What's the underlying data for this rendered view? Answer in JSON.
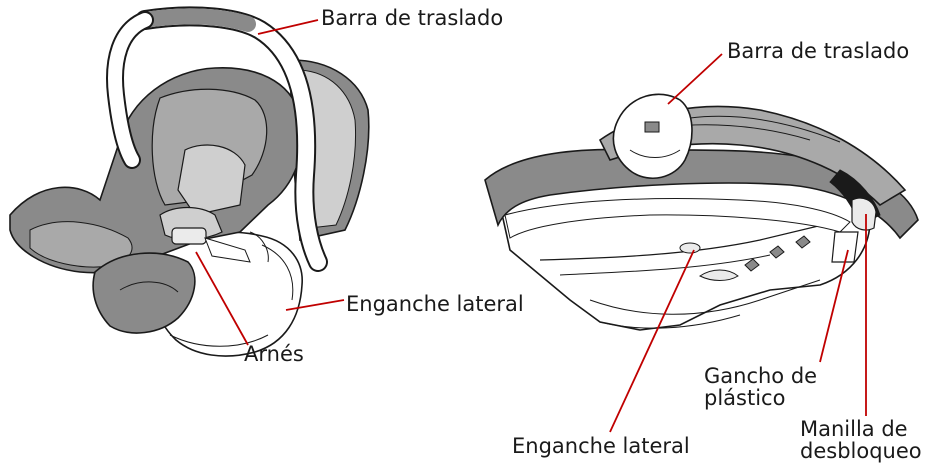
{
  "colors": {
    "leader": "#c00000",
    "outline": "#1a1a1a",
    "fabric_dark": "#8a8a8a",
    "fabric_mid": "#a9a9a9",
    "fabric_light": "#cfcfcf",
    "shell": "#ffffff",
    "shade": "#ebebeb",
    "black": "#1a1a1a"
  },
  "labels": {
    "left_handle": "Barra de traslado",
    "left_side_latch": "Enganche lateral",
    "left_harness": "Arnés",
    "right_handle": "Barra de traslado",
    "right_plastic_hook": "Gancho de plástico",
    "right_release_handle": "Manilla de desbloqueo",
    "right_side_latch": "Enganche lateral"
  }
}
